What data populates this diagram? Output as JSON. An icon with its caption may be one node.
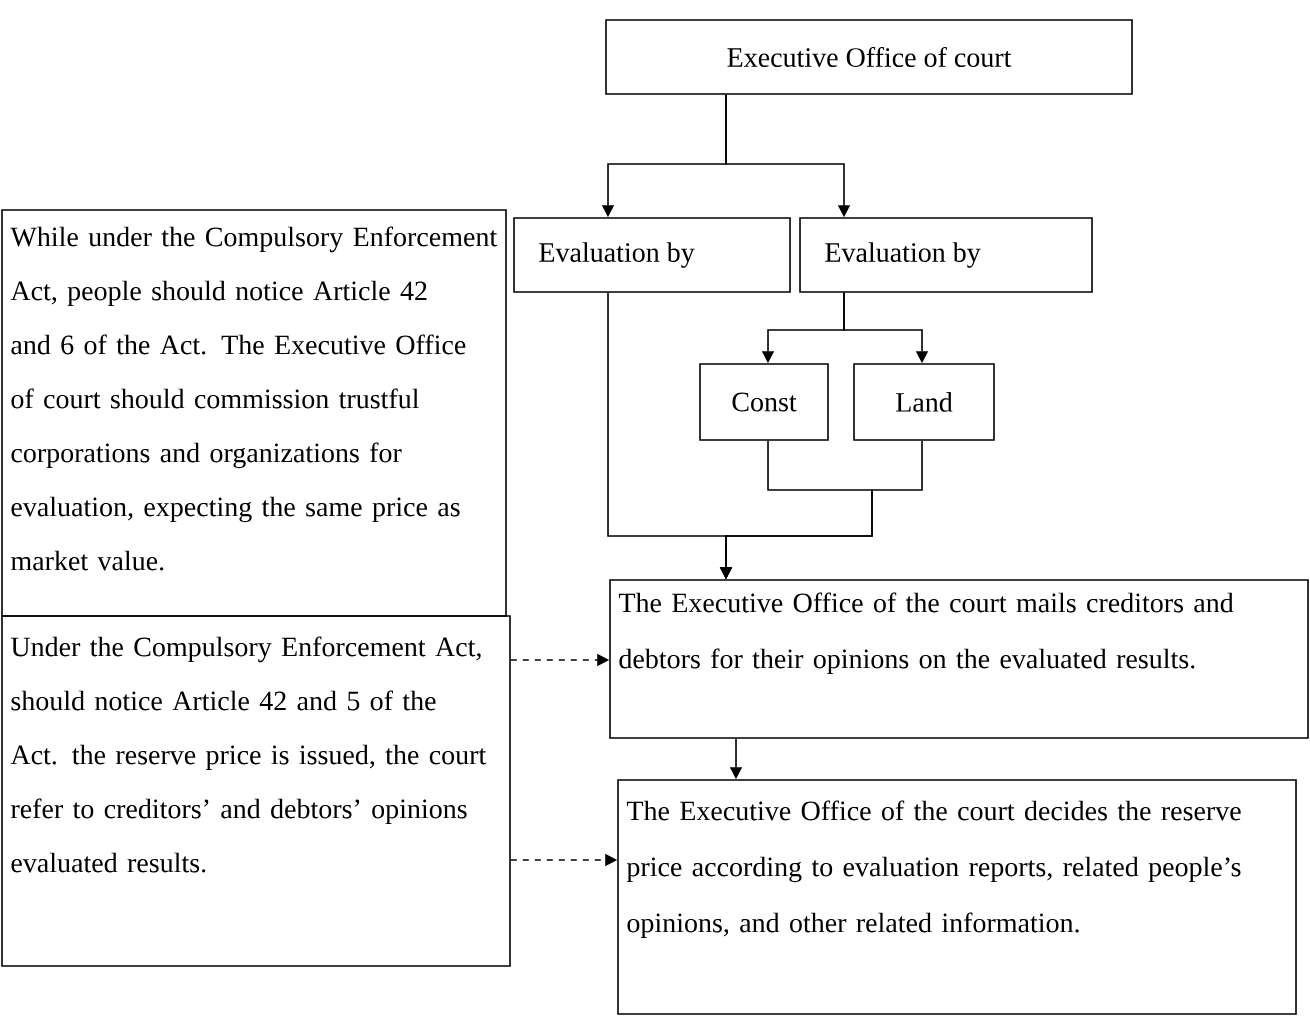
{
  "diagram": {
    "nodes": [
      {
        "text": [
          "Executive Office of court"
        ]
      },
      {
        "text": [
          "While under the Compulsory Enforcement Act, people should notice Article 42 and 6 of the Act. The Executive Office of court should commission trustful corporations and organizations for evaluation, expecting the same price as market value."
        ]
      },
      {
        "text": [
          "Evaluation by"
        ]
      },
      {
        "text": [
          "Evaluation by"
        ]
      },
      {
        "text": [
          "Const"
        ]
      },
      {
        "text": [
          "Land"
        ]
      },
      {
        "text": [
          "Under the Compulsory Enforcement Act, should notice Article 42 and 5 of the Act. the reserve price is issued, the court refer to creditors’ and debtors’ opinions evaluated results."
        ]
      },
      {
        "text": [
          "The Executive Office of the court mails creditors and debtors for their opinions on the evaluated results."
        ]
      },
      {
        "text": [
          "The Executive Office of the court decides the reserve price according to evaluation reports, related people’s opinions, and other related information."
        ]
      }
    ],
    "edges": [
      {
        "from": 0,
        "to": 2,
        "arrow": "to"
      },
      {
        "from": 0,
        "to": 3,
        "arrow": "to"
      },
      {
        "from": 3,
        "to": 4,
        "arrow": "to"
      },
      {
        "from": 3,
        "to": 5,
        "arrow": "to"
      },
      {
        "from": 2,
        "to": 7,
        "arrow": "to"
      },
      {
        "from": 4,
        "to": 7,
        "arrow": "to"
      },
      {
        "from": 5,
        "to": 7,
        "arrow": "to"
      },
      {
        "from": 7,
        "to": 8,
        "arrow": "to"
      },
      {
        "from": 6,
        "to": 7,
        "arrow": "to",
        "style": "dashed"
      },
      {
        "from": 6,
        "to": 8,
        "arrow": "to",
        "style": "dashed"
      }
    ]
  }
}
